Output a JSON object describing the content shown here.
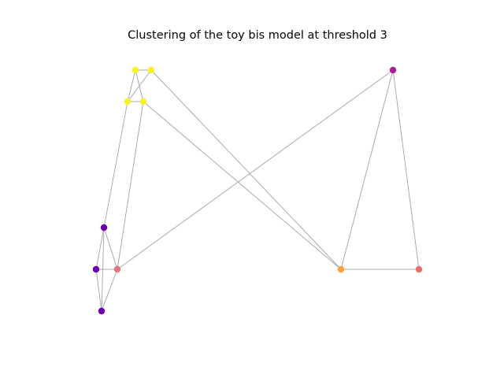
{
  "figure": {
    "title": "Clustering of the toy bis model at threshold 3"
  },
  "graph": {
    "edge_color": "#aaaaaa",
    "nodes": [
      {
        "id": "y1",
        "color": "#f7f126"
      },
      {
        "id": "y2",
        "color": "#f7f126"
      },
      {
        "id": "y3",
        "color": "#f7f126"
      },
      {
        "id": "y4",
        "color": "#f7f126"
      },
      {
        "id": "m1",
        "color": "#a62098"
      },
      {
        "id": "p1",
        "color": "#6a00a8"
      },
      {
        "id": "p2",
        "color": "#6a00a8"
      },
      {
        "id": "p3",
        "color": "#6a00a8"
      },
      {
        "id": "s1",
        "color": "#e4737a"
      },
      {
        "id": "o1",
        "color": "#fba238"
      },
      {
        "id": "r1",
        "color": "#ef6a6a"
      }
    ],
    "edges": [
      [
        "y1",
        "y2"
      ],
      [
        "y1",
        "y3"
      ],
      [
        "y1",
        "y4"
      ],
      [
        "y2",
        "y3"
      ],
      [
        "y2",
        "o1"
      ],
      [
        "y3",
        "y4"
      ],
      [
        "y3",
        "p1"
      ],
      [
        "y4",
        "s1"
      ],
      [
        "y4",
        "o1"
      ],
      [
        "m1",
        "s1"
      ],
      [
        "m1",
        "o1"
      ],
      [
        "m1",
        "r1"
      ],
      [
        "p1",
        "p2"
      ],
      [
        "p1",
        "s1"
      ],
      [
        "p1",
        "p3"
      ],
      [
        "p2",
        "s1"
      ],
      [
        "p2",
        "p3"
      ],
      [
        "s1",
        "p3"
      ],
      [
        "o1",
        "r1"
      ]
    ]
  }
}
